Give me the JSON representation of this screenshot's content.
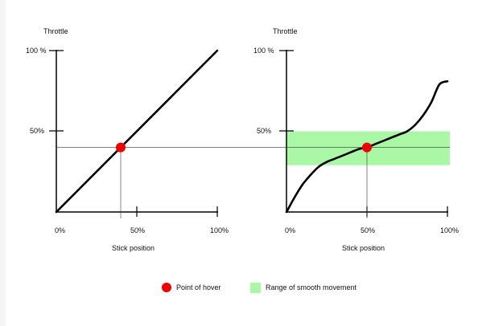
{
  "left_chart": {
    "ylabel": "Throttle",
    "xlabel": "Stick position",
    "y_ticks": [
      "100 %",
      "50%"
    ],
    "x_ticks": [
      "0%",
      "50%",
      "100%"
    ]
  },
  "right_chart": {
    "ylabel": "Throttle",
    "xlabel": "Stick position",
    "y_ticks": [
      "100 %",
      "50%"
    ],
    "x_ticks": [
      "0%",
      "50%",
      "100%"
    ]
  },
  "legend": {
    "hover_label": "Point of hover",
    "smooth_label": "Range of smooth movement"
  },
  "colors": {
    "hover_point": "#ee0000",
    "smooth_band": "#aaf7a6",
    "lines": "#000000"
  },
  "chart_data": [
    {
      "type": "line",
      "name": "linear",
      "x": [
        0,
        100
      ],
      "y": [
        0,
        100
      ],
      "xlim": [
        0,
        100
      ],
      "ylim": [
        0,
        100
      ],
      "hover_point": {
        "x": 40,
        "y": 40
      }
    },
    {
      "type": "line",
      "name": "expo",
      "x": [
        0,
        5,
        10,
        15,
        20,
        25,
        30,
        35,
        40,
        45,
        50,
        55,
        60,
        65,
        70,
        75,
        80,
        85,
        90,
        95,
        100
      ],
      "y": [
        0,
        9,
        17,
        23,
        28,
        31,
        33,
        35,
        37,
        39,
        40,
        42,
        44,
        46,
        48,
        50,
        54,
        60,
        68,
        79,
        81
      ],
      "xlim": [
        0,
        100
      ],
      "ylim": [
        0,
        100
      ],
      "hover_point": {
        "x": 50,
        "y": 40
      },
      "smooth_band": {
        "y_from": 29,
        "y_to": 50
      }
    }
  ]
}
